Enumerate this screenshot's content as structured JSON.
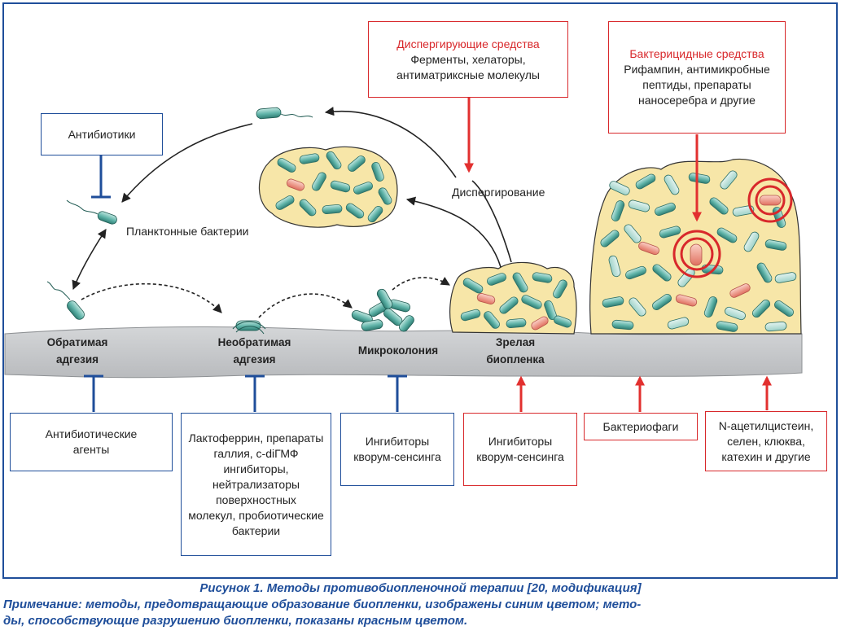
{
  "stages": {
    "reversible": "Обратимая\nадгезия",
    "irreversible": "Необратимая\nадгезия",
    "microcolony": "Микроколония",
    "mature": "Зрелая\nбиопленка"
  },
  "labels": {
    "planktonic": "Планктонные бактерии",
    "dispersion": "Диспергирование"
  },
  "boxes": {
    "antibiotics": "Антибиотики",
    "antibiotic_agents": "Антибиотические\nагенты",
    "lactoferrin": "Лактоферрин, препараты\nгаллия, c-diГМФ\nингибиторы,\nнейтрализаторы\nповерхностных\nмолекул, пробиотические\nбактерии",
    "qs_inhibitors_blue": "Ингибиторы\nкворум-сенсинга",
    "qs_inhibitors_red": "Ингибиторы\nкворум-сенсинга",
    "bacteriophages": "Бактериофаги",
    "acetylcysteine": "N-ацетилцистеин,\nселен, клюква,\nкатехин и другие",
    "dispersing_title": "Диспергирующие средства",
    "dispersing_body": "Ферменты, хелаторы,\nантиматриксные молекулы",
    "bactericidal_title": "Бактерицидные средства",
    "bactericidal_body": "Рифампин, антимикробные\nпептиды, препараты\nнаносеребра и другие"
  },
  "caption": {
    "title": "Рисунок 1. Методы противобиопленочной терапии [20, модификация]",
    "note": "Примечание: методы, предотвращающие образование биопленки, изображены синим цветом; мето-\nды, способствующие разрушению биопленки, показаны красным цветом."
  },
  "colors": {
    "prevent": "#1f4e9a",
    "disrupt": "#d8282b",
    "surface": "#c9cbcd",
    "matrix": "#f7e6a8",
    "bacterium": "#5fb3a8",
    "bacterium_dead": "#e8897a"
  },
  "icons": {
    "inhibit": "blunt-arrow",
    "promote": "red-arrow",
    "target": "concentric-circles"
  }
}
